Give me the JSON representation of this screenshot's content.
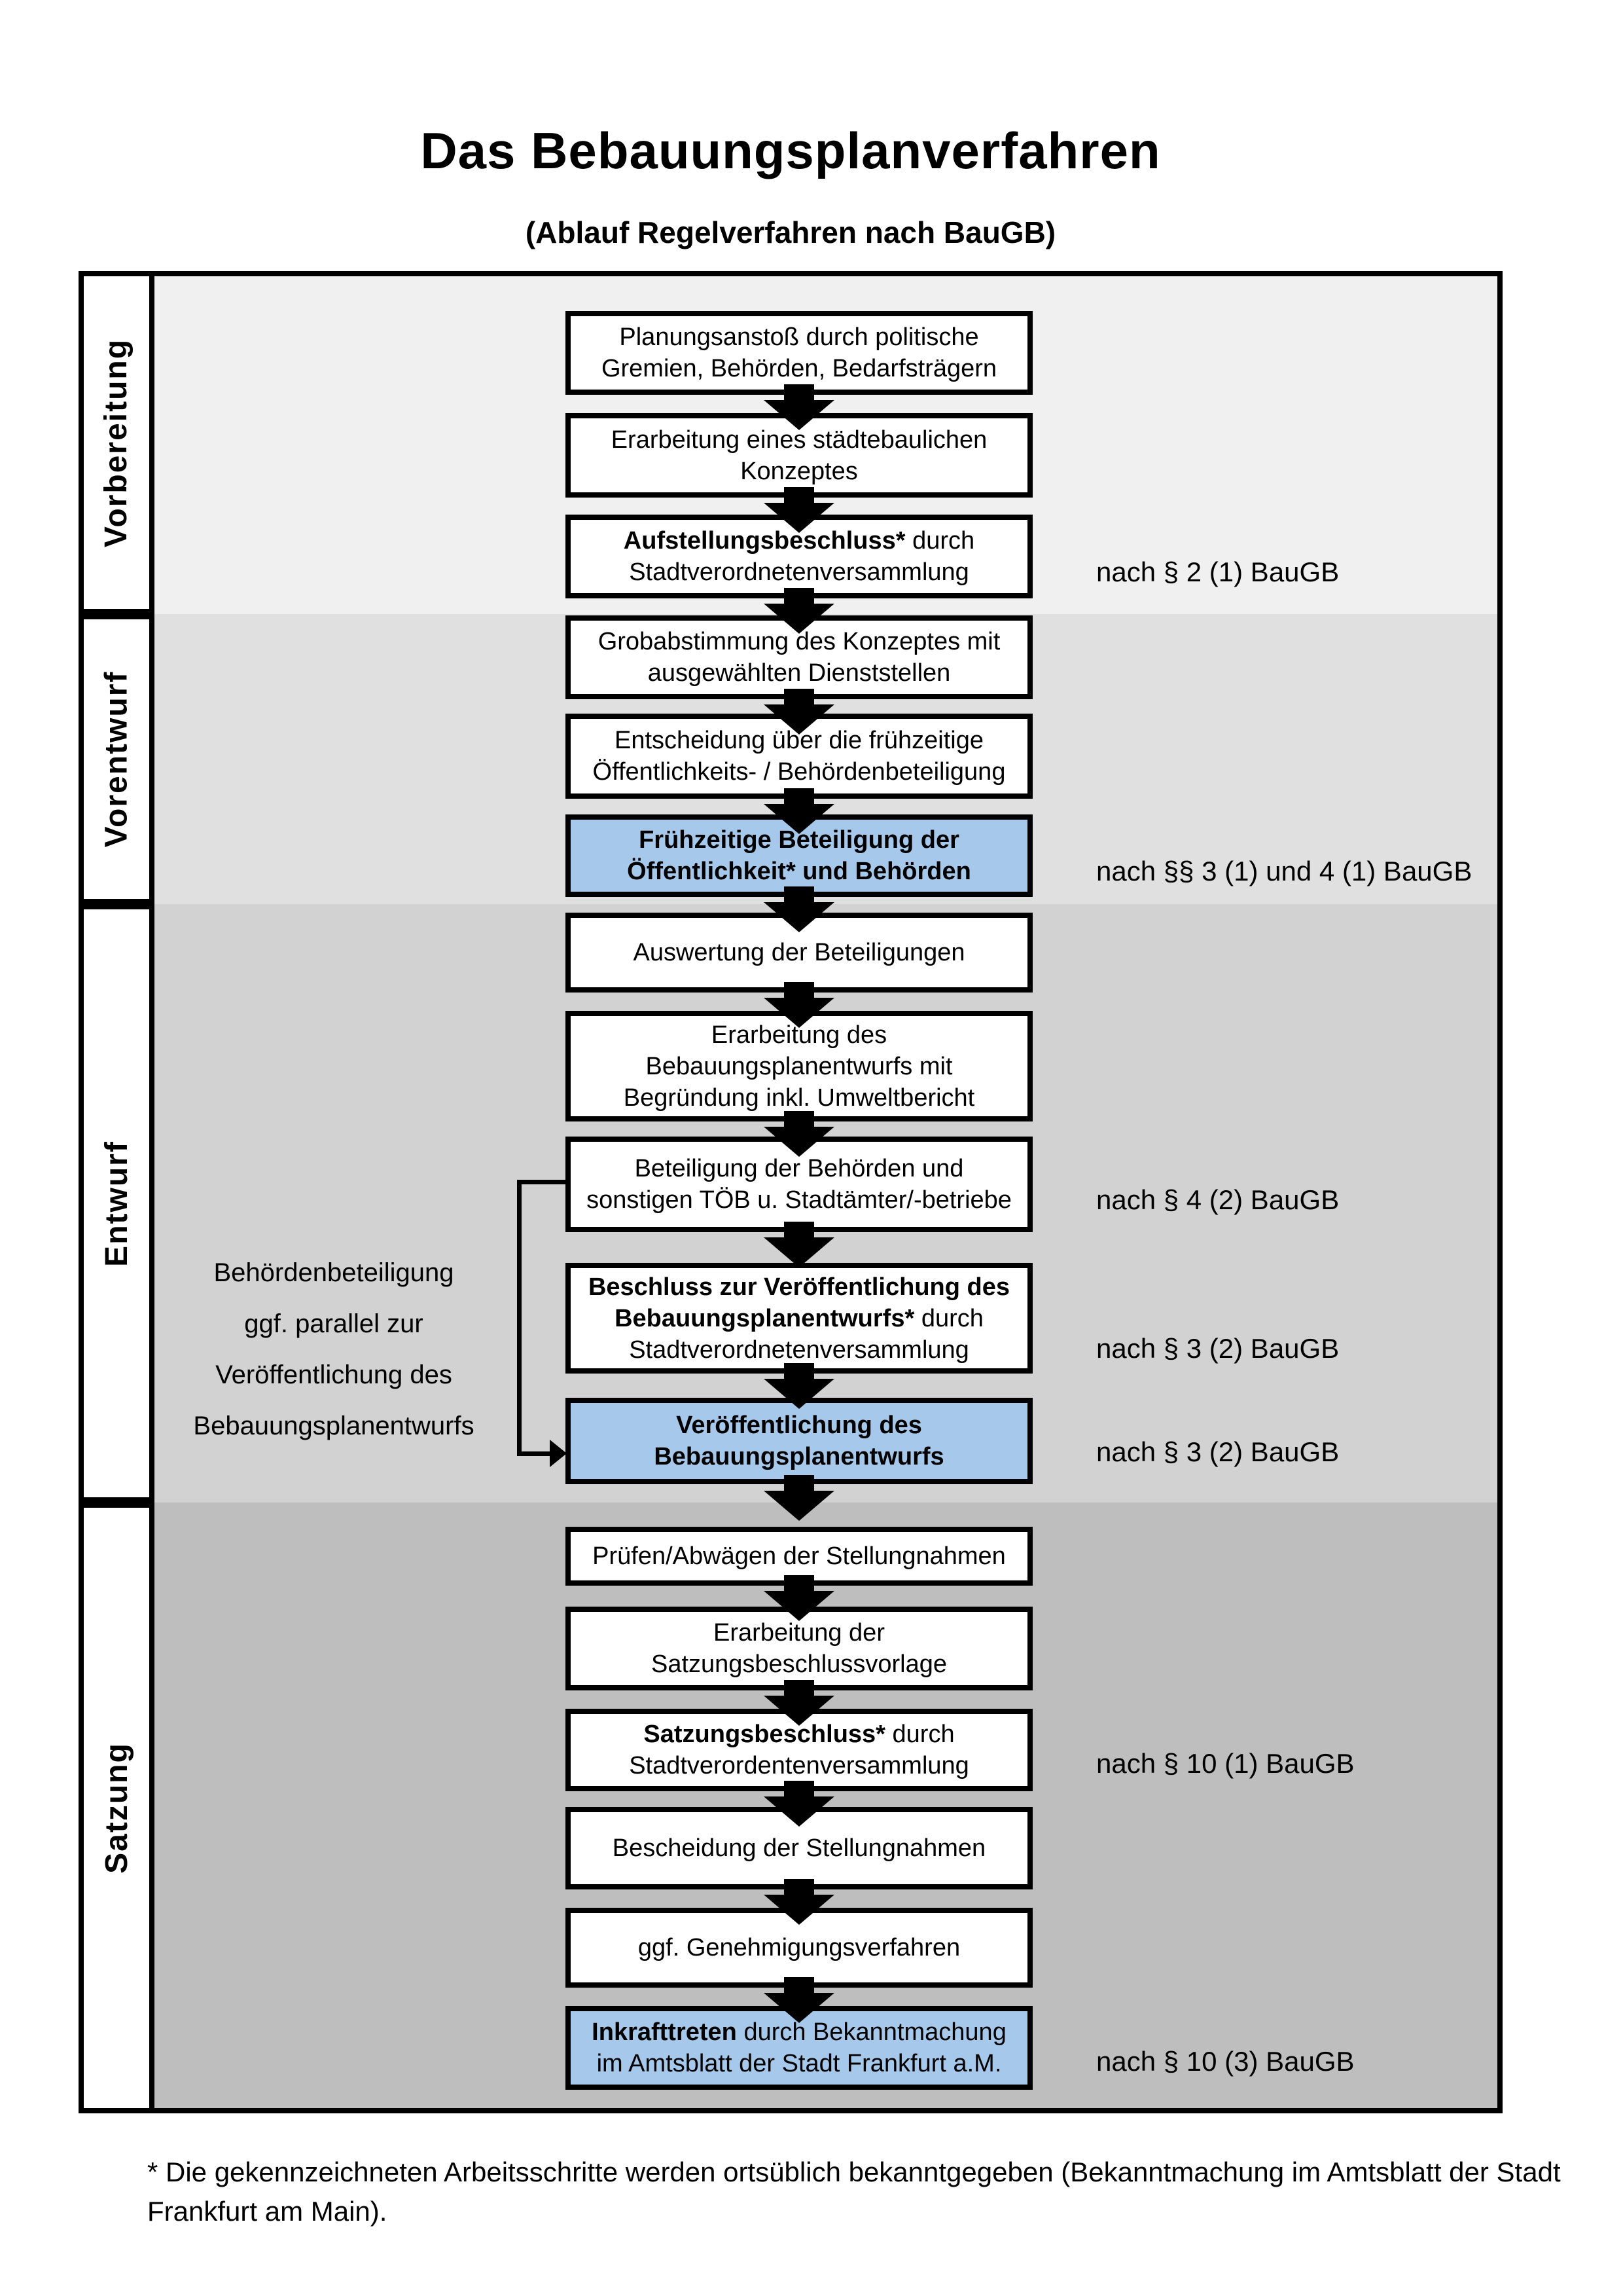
{
  "page": {
    "title": "Das Bebauungsplanverfahren",
    "subtitle": "(Ablauf Regelverfahren nach BauGB)"
  },
  "phases": [
    {
      "label": "Vorbereitung"
    },
    {
      "label": "Vorentwurf"
    },
    {
      "label": "Entwurf"
    },
    {
      "label": "Satzung"
    }
  ],
  "flow": {
    "boxes": [
      {
        "lines": [
          {
            "b": "",
            "t": "Planungsanstoß durch politische"
          },
          {
            "b": "",
            "t": "Gremien, Behörden, Bedarfsträgern"
          }
        ]
      },
      {
        "lines": [
          {
            "b": "",
            "t": "Erarbeitung eines städtebaulichen"
          },
          {
            "b": "",
            "t": "Konzeptes"
          }
        ]
      },
      {
        "lines": [
          {
            "b": "Aufstellungsbeschluss*",
            "t": " durch"
          },
          {
            "b": "",
            "t": "Stadtverordnetenversammlung"
          }
        ]
      },
      {
        "lines": [
          {
            "b": "",
            "t": "Grobabstimmung des Konzeptes mit"
          },
          {
            "b": "",
            "t": "ausgewählten Dienststellen"
          }
        ]
      },
      {
        "lines": [
          {
            "b": "",
            "t": "Entscheidung über die frühzeitige"
          },
          {
            "b": "",
            "t": "Öffentlichkeits- / Behördenbeteiligung"
          }
        ]
      },
      {
        "lines": [
          {
            "b": "Frühzeitige Beteiligung der",
            "t": ""
          },
          {
            "b": "Öffentlichkeit* und Behörden",
            "t": ""
          }
        ]
      },
      {
        "lines": [
          {
            "b": "",
            "t": "Auswertung der Beteiligungen"
          }
        ]
      },
      {
        "lines": [
          {
            "b": "",
            "t": "Erarbeitung des"
          },
          {
            "b": "",
            "t": "Bebauungsplanentwurfs mit"
          },
          {
            "b": "",
            "t": "Begründung inkl. Umweltbericht"
          }
        ]
      },
      {
        "lines": [
          {
            "b": "",
            "t": "Beteiligung der Behörden und"
          },
          {
            "b": "",
            "t": "sonstigen TÖB u. Stadtämter/-betriebe"
          }
        ]
      },
      {
        "lines": [
          {
            "b": "Beschluss zur Veröffentlichung des",
            "t": ""
          },
          {
            "b": "Bebauungsplanentwurfs*",
            "t": " durch"
          },
          {
            "b": "",
            "t": "Stadtverordnetenversammlung"
          }
        ]
      },
      {
        "lines": [
          {
            "b": "Veröffentlichung des",
            "t": ""
          },
          {
            "b": "Bebauungsplanentwurfs",
            "t": ""
          }
        ]
      },
      {
        "lines": [
          {
            "b": "",
            "t": "Prüfen/Abwägen der Stellungnahmen"
          }
        ]
      },
      {
        "lines": [
          {
            "b": "",
            "t": "Erarbeitung der"
          },
          {
            "b": "",
            "t": "Satzungsbeschlussvorlage"
          }
        ]
      },
      {
        "lines": [
          {
            "b": "Satzungsbeschluss*",
            "t": " durch"
          },
          {
            "b": "",
            "t": "Stadtverordentenversammlung"
          }
        ]
      },
      {
        "lines": [
          {
            "b": "",
            "t": "Bescheidung der Stellungnahmen"
          }
        ]
      },
      {
        "lines": [
          {
            "b": "",
            "t": "ggf. Genehmigungsverfahren"
          }
        ]
      },
      {
        "lines": [
          {
            "b": "Inkrafttreten",
            "t": " durch Bekanntmachung"
          },
          {
            "b": "",
            "t": "im Amtsblatt der Stadt Frankfurt a.M."
          }
        ]
      }
    ]
  },
  "notes": [
    {
      "text": "nach § 2 (1) BauGB"
    },
    {
      "text": "nach §§ 3 (1) und 4 (1) BauGB"
    },
    {
      "text": "nach § 4 (2) BauGB"
    },
    {
      "text": "nach § 3 (2) BauGB"
    },
    {
      "text": "nach § 3 (2) BauGB"
    },
    {
      "text": "nach § 10 (1) BauGB"
    },
    {
      "text": "nach § 10 (3) BauGB"
    }
  ],
  "annotation": {
    "lines": [
      "Behördenbeteiligung",
      "ggf. parallel zur",
      "Veröffentlichung des",
      "Bebauungsplanentwurfs"
    ]
  },
  "footnote": {
    "line1": "* Die gekennzeichneten Arbeitsschritte werden ortsüblich bekanntgegeben (Bekanntmachung im Amtsblatt  der Stadt",
    "line2": "Frankfurt am Main)."
  },
  "colors": {
    "highlight_blue": "#a6c8ea",
    "band_vorbereitung": "#f0f0f0",
    "band_vorentwurf": "#e0e0e0",
    "band_entwurf": "#d2d2d2",
    "band_satzung": "#bebebe",
    "box_border": "#000000"
  }
}
